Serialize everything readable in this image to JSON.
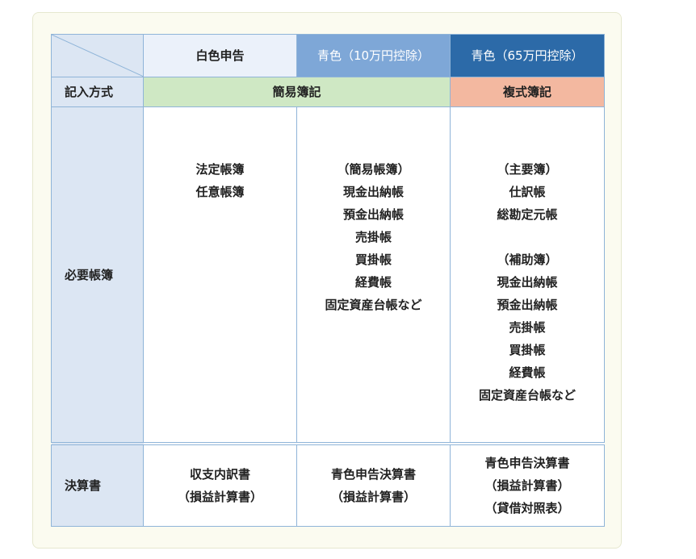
{
  "header": {
    "col1": "白色申告",
    "col2": "青色（10万円控除）",
    "col3": "青色（65万円控除）"
  },
  "method": {
    "label": "記入方式",
    "simple": "簡易簿記",
    "double": "複式簿記"
  },
  "books": {
    "label": "必要帳簿",
    "white": [
      "法定帳簿",
      "任意帳簿"
    ],
    "blue10": [
      "（簡易帳簿）",
      "現金出納帳",
      "預金出納帳",
      "売掛帳",
      "買掛帳",
      "経費帳",
      "固定資産台帳など"
    ],
    "blue65_main": [
      "（主要簿）",
      "仕訳帳",
      "総勘定元帳"
    ],
    "blue65_sub": [
      "（補助簿）",
      "現金出納帳",
      "預金出納帳",
      "売掛帳",
      "買掛帳",
      "経費帳",
      "固定資産台帳など"
    ]
  },
  "settlement": {
    "label": "決算書",
    "white": [
      "収支内訳書",
      "（損益計算書）"
    ],
    "blue10": [
      "青色申告決算書",
      "（損益計算書）"
    ],
    "blue65": [
      "青色申告決算書",
      "（損益計算書）",
      "（貸借対照表）"
    ]
  }
}
